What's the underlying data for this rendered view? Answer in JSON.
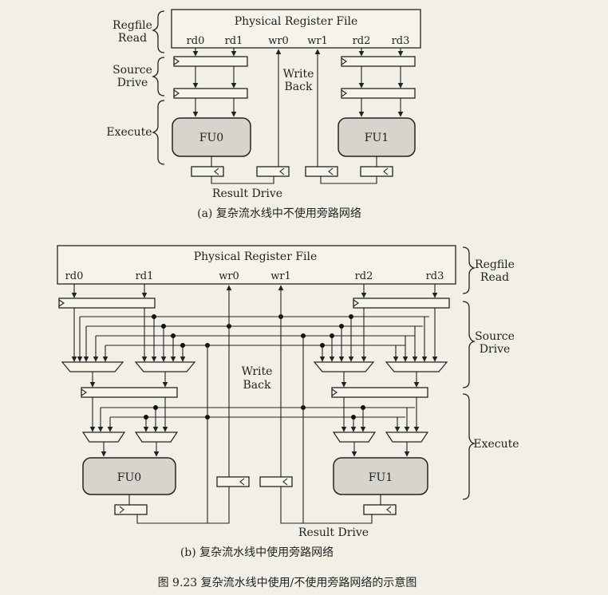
{
  "diagram_a": {
    "register_file": "Physical Register File",
    "ports": [
      "rd0",
      "rd1",
      "wr0",
      "wr1",
      "rd2",
      "rd3"
    ],
    "stages": {
      "regfile": [
        "Regfile",
        "Read"
      ],
      "source": [
        "Source",
        "Drive"
      ],
      "execute": "Execute"
    },
    "write_back": [
      "Write",
      "Back"
    ],
    "units": [
      "FU0",
      "FU1"
    ],
    "result_drive": "Result Drive",
    "caption": "(a) 复杂流水线中不使用旁路网络"
  },
  "diagram_b": {
    "register_file": "Physical Register File",
    "ports": [
      "rd0",
      "rd1",
      "wr0",
      "wr1",
      "rd2",
      "rd3"
    ],
    "stages": {
      "regfile": [
        "Regfile",
        "Read"
      ],
      "source": [
        "Source",
        "Drive"
      ],
      "execute": "Execute"
    },
    "write_back": [
      "Write",
      "Back"
    ],
    "units": [
      "FU0",
      "FU1"
    ],
    "result_drive": "Result Drive",
    "caption": "(b) 复杂流水线中使用旁路网络"
  },
  "figure_caption": "图 9.23   复杂流水线中使用/不使用旁路网络的示意图"
}
